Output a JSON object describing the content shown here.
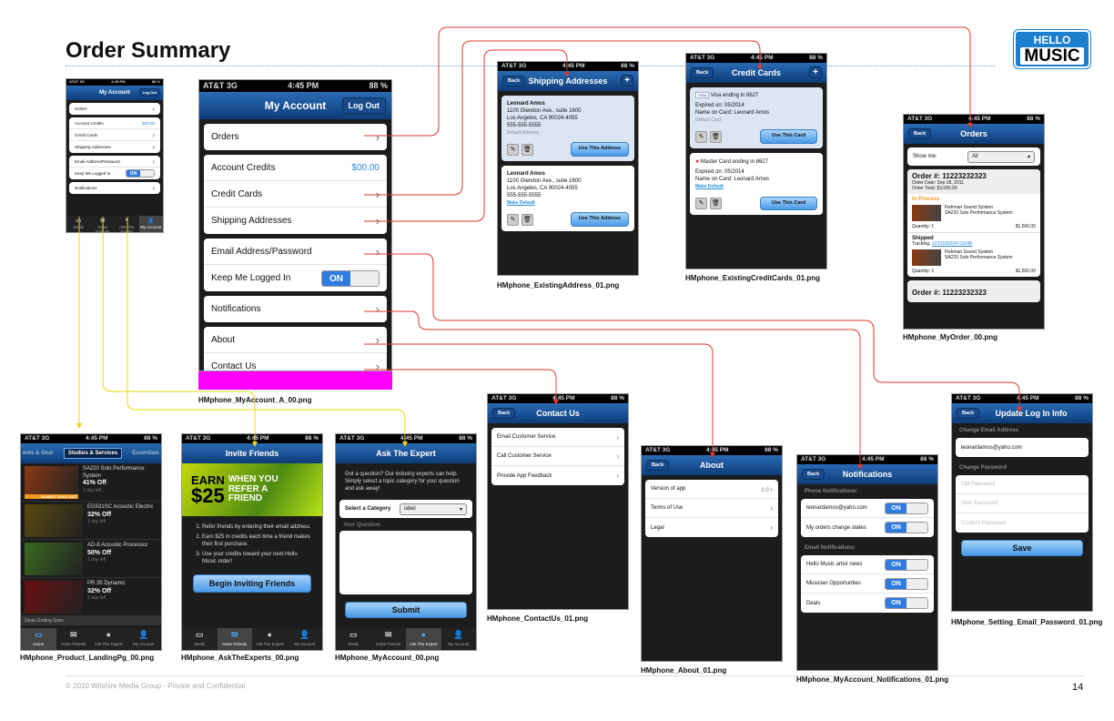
{
  "page": {
    "title": "Order Summary",
    "copyright": "© 2010 Wilshire Media Group - Private and Confidential",
    "page_number": "14",
    "logo_text": "HELLO MUSIC"
  },
  "status": {
    "carrier": "AT&T  3G",
    "time": "4:45 PM",
    "battery": "88 %"
  },
  "common": {
    "back": "Back",
    "plus": "+",
    "on": "ON"
  },
  "my_account": {
    "title": "My Account",
    "logout": "Log Out",
    "orders": "Orders",
    "credits": "Account Credits",
    "credits_value": "$00.00",
    "credit_cards": "Credit Cards",
    "shipping": "Shipping Addresses",
    "email_pw": "Email Address/Password",
    "keep_logged": "Keep Me Logged In",
    "notifications": "Notifications",
    "about": "About",
    "contact": "Contact Us",
    "file": "HMphone_MyAccount_A_00.png"
  },
  "tabbar": {
    "deals": "Deals",
    "home": "Home",
    "invite": "Invite Friends",
    "ask": "Ask The Expert",
    "account": "My Account"
  },
  "shipping": {
    "title": "Shipping Addresses",
    "name": "Leonard Amos",
    "line1": "1100 Glendon Ave., suite 1600",
    "line2": "Los Angeles, CA 90024-4055",
    "phone": "555-555-5555",
    "default": "Default Address",
    "make_default": "Make Default",
    "use": "Use This Address",
    "file": "HMphone_ExistingAddress_01.png"
  },
  "cards": {
    "title": "Credit Cards",
    "visa": "Visa ending in 8627",
    "mc": "Master Card ending in 8627",
    "expired": "Expired on: 05/2014",
    "name": "Name on Card: Leonard Amos",
    "default": "Default Card",
    "make_default": "Make Default",
    "use": "Use This Card",
    "file": "HMphone_ExistingCreditCards_01.png"
  },
  "orders": {
    "title": "Orders",
    "show_me": "Show me:",
    "filter": "All",
    "order_no": "Order #: 11223232323",
    "date": "Order Date:  Sep 28, 2011",
    "total": "Order Total:  $3,000.00",
    "in_process": "In Process",
    "shipped": "Shipped",
    "tracking_label": "Tracking:",
    "tracking": "1Z2318920471GHR",
    "product1": "Fishman Sound System",
    "product2": "SA220 Solo Performance System",
    "qty": "Quantity: 1",
    "price": "$1,500.00",
    "file": "HMphone_MyOrder_00.png"
  },
  "landing": {
    "tab_prev": "ents & Gear",
    "tab_active": "Studios & Services",
    "tab_next": "Essentials",
    "items": [
      {
        "name": "SA220 Solo Performance System",
        "off": "41% Off",
        "left": "1 day left",
        "badge": "ALMOST SOLD OUT"
      },
      {
        "name": "EG531SC Acoustic Electric",
        "off": "32% Off",
        "left": "1 day left"
      },
      {
        "name": "AD-8 Acoustic Processor",
        "off": "50% Off",
        "left": "1 day left"
      },
      {
        "name": "PR 35 Dynamic",
        "off": "32% Off",
        "left": "1 day left"
      }
    ],
    "ending": "Deals Ending Soon",
    "file": "HMphone_Product_LandingPg_00.png"
  },
  "invite": {
    "title": "Invite Friends",
    "earn": "EARN",
    "amount": "$25",
    "refer": "WHEN YOU REFER A FRIEND",
    "steps": [
      "Refer friends by entering their email address.",
      "Earn $25 in credits each time a friend makes their first purchase.",
      "Use your credits toward your next Hello Music order!"
    ],
    "button": "Begin Inviting Friends",
    "file": "HMphone_AskTheExperts_00.png"
  },
  "ask": {
    "title": "Ask The Expert",
    "intro": "Got a question? Our industry experts can help. Simply select a topic category for your question and ask away!",
    "category_label": "Select a Category",
    "category_value": "label",
    "question_label": "Your Question",
    "submit": "Submit",
    "file": "HMphone_MyAccount_00.png"
  },
  "contact": {
    "title": "Contact Us",
    "items": [
      "Email Customer Service",
      "Call Customer Service",
      "Provide App Feedback"
    ],
    "file": "HMphone_ContactUs_01.png"
  },
  "about": {
    "title": "About",
    "version": "Version of app",
    "version_value": "1.0",
    "terms": "Terms of Use",
    "legal": "Legal",
    "file": "HMphone_About_01.png"
  },
  "notif": {
    "title": "Notifications",
    "phone_section": "Phone Notifications:",
    "email_section": "Email Notifications:",
    "phone_items": [
      "leonardamos@yaho.com",
      "My orders change states"
    ],
    "email_items": [
      "Hello Music artist news",
      "Musician Opportunties",
      "Deals"
    ],
    "file": "HMphone_MyAccount_Notifications_01.png"
  },
  "login": {
    "title": "Update Log In Info",
    "email_label": "Change Email Address",
    "email": "leonardamos@yaho.com",
    "pw_label": "Change Password",
    "old": "Old Password",
    "new": "New Password",
    "confirm": "Confirm Password",
    "save": "Save",
    "file": "HMphone_Setting_Email_Password_01.png"
  },
  "colors": {
    "nav_blue": "#1a5aa3",
    "link_red": "#e0392d",
    "link_yellow": "#f2d40a",
    "highlight_magenta": "#ff00ff",
    "orange": "#f39a1e"
  }
}
